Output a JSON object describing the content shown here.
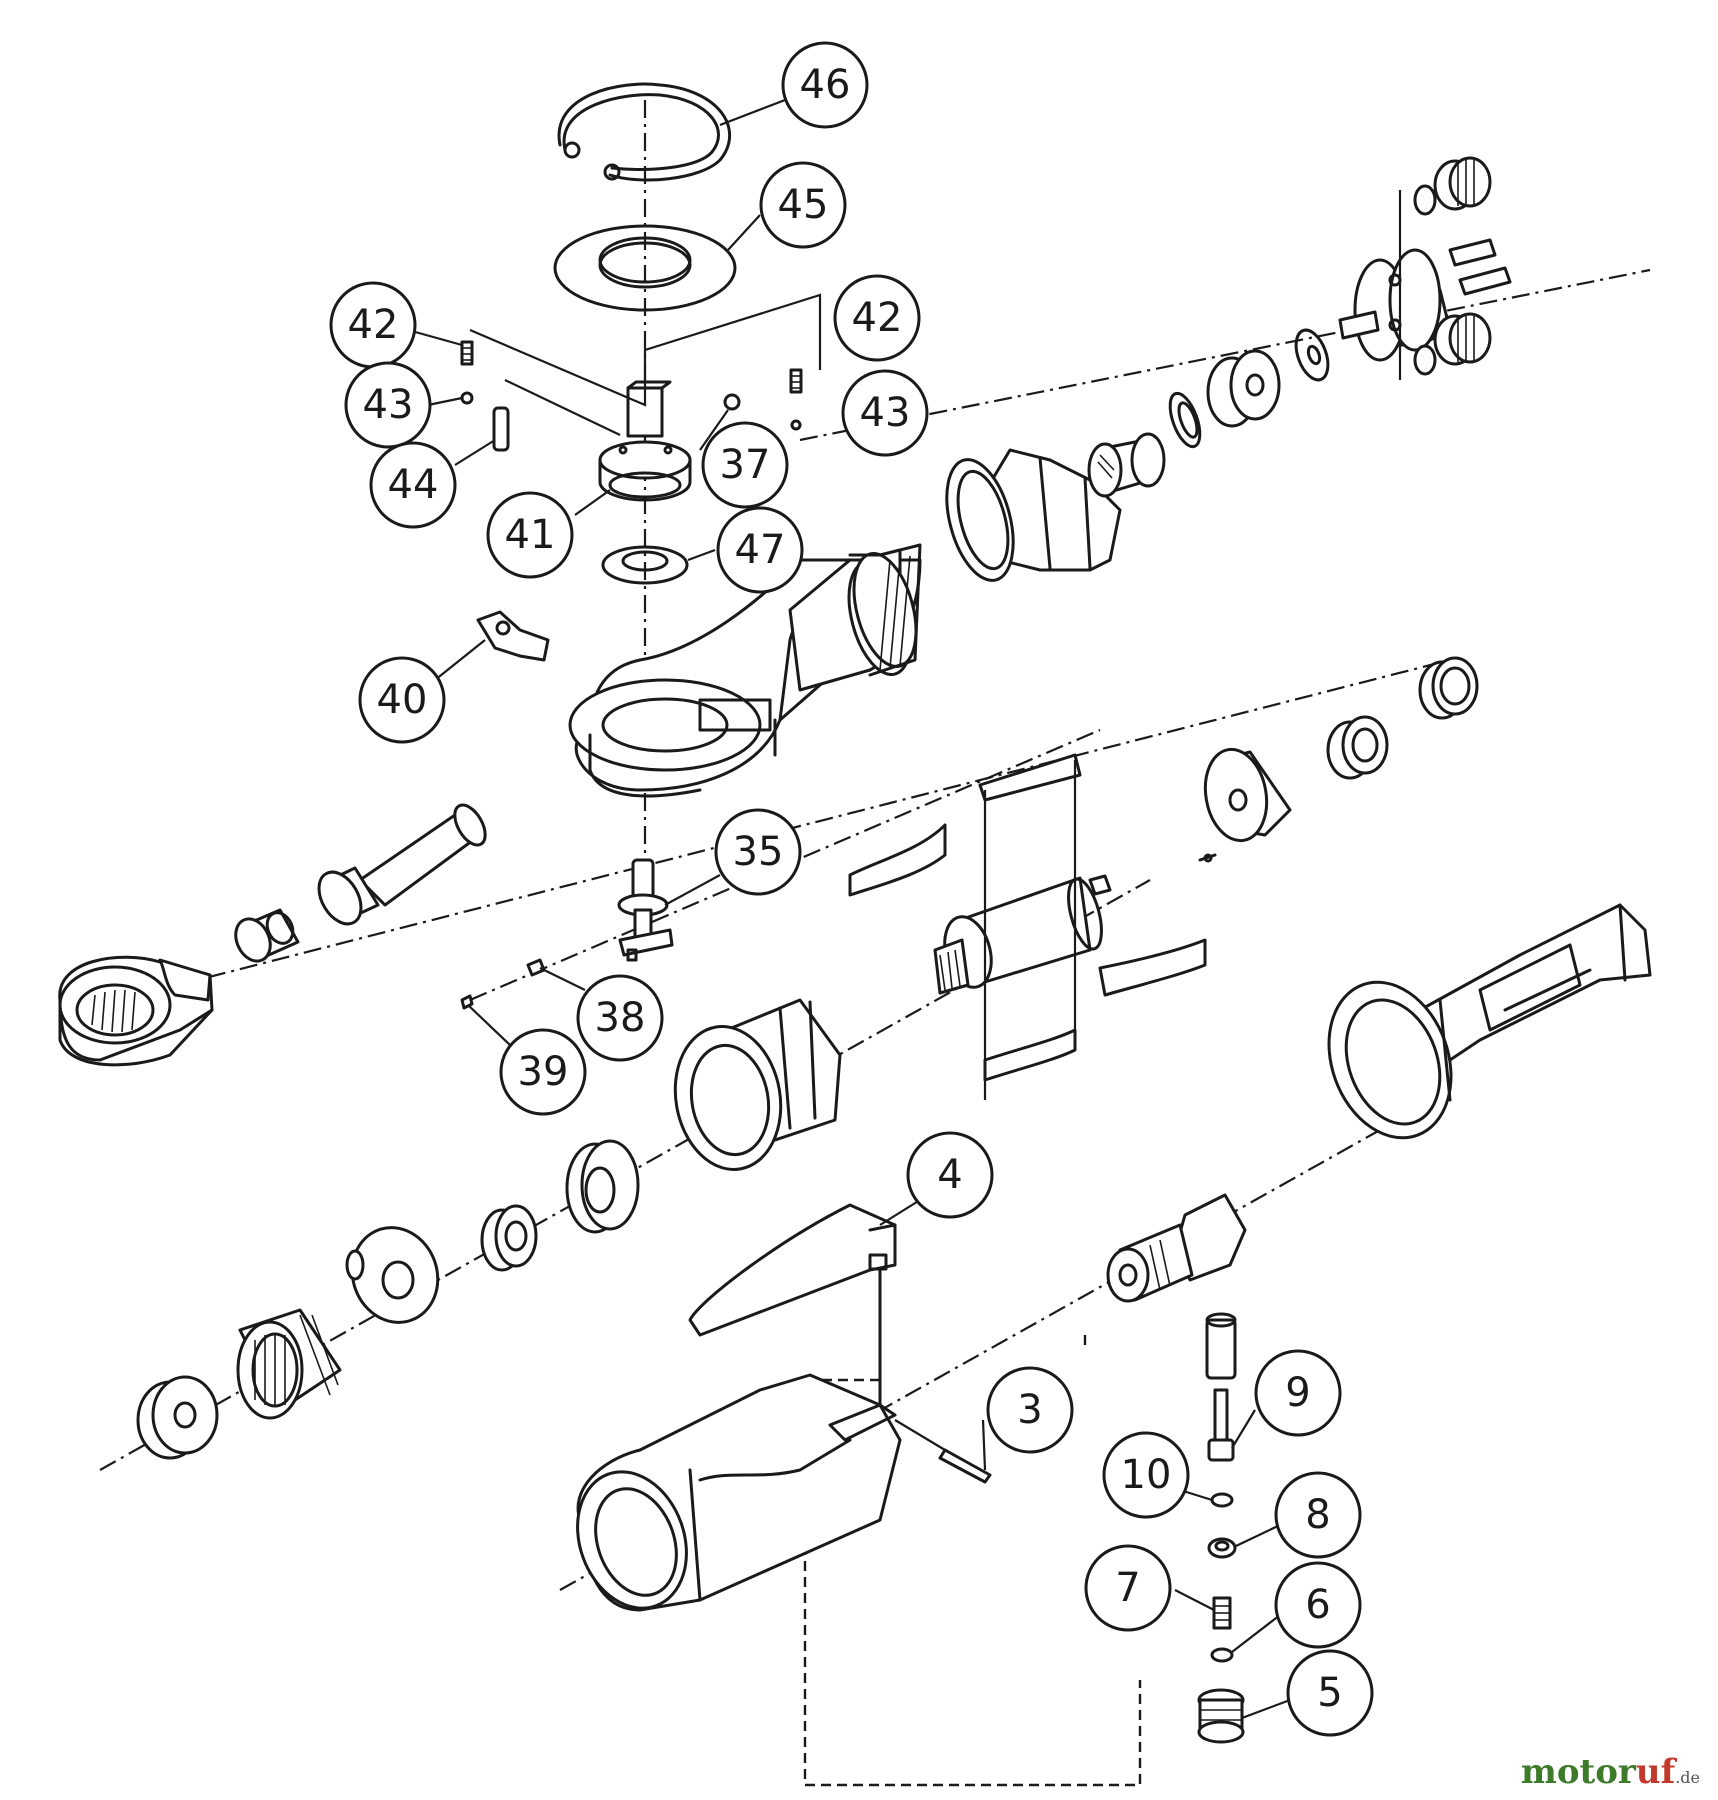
{
  "diagram": {
    "callouts": [
      {
        "id": "46",
        "label": "46"
      },
      {
        "id": "45",
        "label": "45"
      },
      {
        "id": "42a",
        "label": "42"
      },
      {
        "id": "42b",
        "label": "42"
      },
      {
        "id": "43a",
        "label": "43"
      },
      {
        "id": "43b",
        "label": "43"
      },
      {
        "id": "44",
        "label": "44"
      },
      {
        "id": "37",
        "label": "37"
      },
      {
        "id": "41",
        "label": "41"
      },
      {
        "id": "47",
        "label": "47"
      },
      {
        "id": "40",
        "label": "40"
      },
      {
        "id": "35",
        "label": "35"
      },
      {
        "id": "38",
        "label": "38"
      },
      {
        "id": "39",
        "label": "39"
      },
      {
        "id": "4",
        "label": "4"
      },
      {
        "id": "3",
        "label": "3"
      },
      {
        "id": "9",
        "label": "9"
      },
      {
        "id": "10",
        "label": "10"
      },
      {
        "id": "8",
        "label": "8"
      },
      {
        "id": "7",
        "label": "7"
      },
      {
        "id": "6",
        "label": "6"
      },
      {
        "id": "5",
        "label": "5"
      }
    ]
  },
  "watermark": {
    "brand_a": "motor",
    "brand_b": "uf",
    "suffix": ".de"
  }
}
